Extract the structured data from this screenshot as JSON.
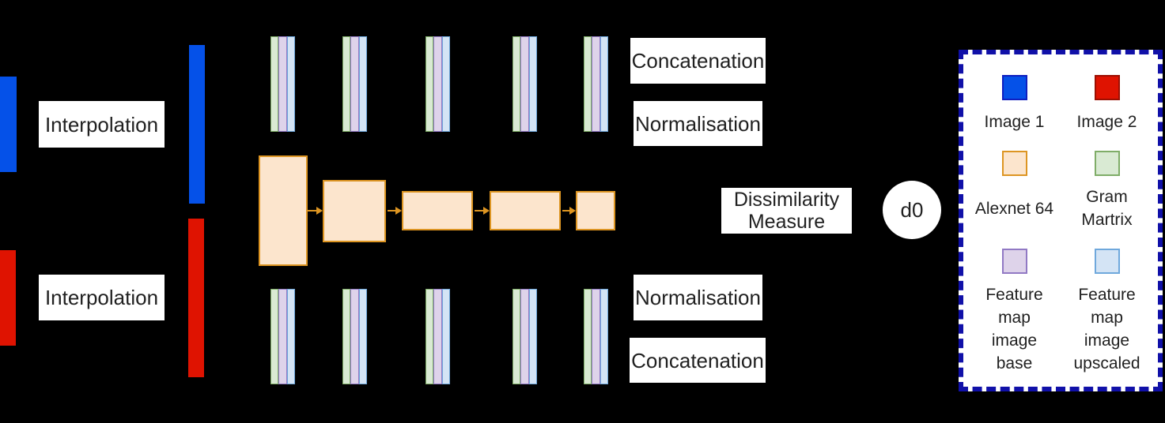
{
  "colors": {
    "background": "#000000",
    "image1_fill": "#0551e8",
    "image1_border": "#0f1fc0",
    "image2_fill": "#df1301",
    "image2_border": "#9c0f02",
    "alexnet_fill": "#fce5cd",
    "alexnet_border": "#dd9522",
    "gram_fill": "#d9ead3",
    "gram_border": "#7fad68",
    "feature_base_fill": "#ded3ea",
    "feature_base_border": "#9179c4",
    "feature_upscaled_fill": "#d4e4f5",
    "feature_upscaled_border": "#6fa8dc",
    "arrow": "#dd9522",
    "legend_border": "#1010a8",
    "label_bg": "#ffffff",
    "label_text": "#212121"
  },
  "labels": {
    "interpolation_top": "Interpolation",
    "interpolation_bottom": "Interpolation",
    "concatenation_top": "Concatenation",
    "normalisation_top": "Normalisation",
    "normalisation_bottom": "Normalisation",
    "concatenation_bottom": "Concatenation",
    "dissimilarity_measure": "Dissimilarity\nMeasure",
    "d0": "d0"
  },
  "legend": {
    "items": [
      {
        "name": "image-1",
        "label": "Image 1"
      },
      {
        "name": "image-2",
        "label": "Image 2"
      },
      {
        "name": "alexnet-64",
        "label": "Alexnet 64"
      },
      {
        "name": "gram-matrix",
        "label": "Gram\nMartrix"
      },
      {
        "name": "feature-map-image-base",
        "label": "Feature\nmap\nimage\nbase"
      },
      {
        "name": "feature-map-image-upscaled",
        "label": "Feature\nmap\nimage\nupscaled"
      }
    ]
  }
}
